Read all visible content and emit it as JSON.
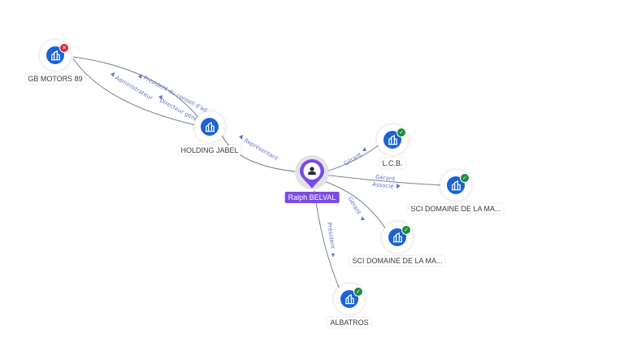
{
  "center": {
    "label": "Ralph BELVAL",
    "icon": "person-icon",
    "color": "#7b4be6"
  },
  "nodes": [
    {
      "id": "gb",
      "label": "GB MOTORS 89",
      "icon": "company-icon",
      "status": "closed",
      "status_icon": "close-icon"
    },
    {
      "id": "hj",
      "label": "HOLDING JABEL",
      "icon": "company-icon",
      "status": "active",
      "status_icon": ""
    },
    {
      "id": "lcb",
      "label": "L.C.B.",
      "icon": "company-icon",
      "status": "active",
      "status_icon": "check-icon"
    },
    {
      "id": "sci1",
      "label": "SCI DOMAINE DE LA MA...",
      "icon": "company-icon",
      "status": "active",
      "status_icon": "check-icon"
    },
    {
      "id": "sci2",
      "label": "SCI DOMAINE DE LA MA...",
      "icon": "company-icon",
      "status": "active",
      "status_icon": "check-icon"
    },
    {
      "id": "alb",
      "label": "ALBATROS",
      "icon": "company-icon",
      "status": "active",
      "status_icon": "check-icon"
    }
  ],
  "edges": [
    {
      "from": "hj",
      "to": "gb",
      "labels": [
        "Président du conseil d'ad...",
        "Directeur général"
      ]
    },
    {
      "from": "hj",
      "to": "gb",
      "labels": [
        "Administrateur"
      ]
    },
    {
      "from": "center",
      "to": "hj",
      "labels": [
        "Représentant"
      ]
    },
    {
      "from": "center",
      "to": "lcb",
      "labels": [
        "Gérant"
      ]
    },
    {
      "from": "center",
      "to": "sci1",
      "labels": [
        "Gérant",
        "Associé"
      ]
    },
    {
      "from": "center",
      "to": "sci2",
      "labels": [
        "Gérant"
      ]
    },
    {
      "from": "center",
      "to": "alb",
      "labels": [
        "Président"
      ]
    }
  ],
  "colors": {
    "company": "#1a63d8",
    "active": "#1d8a3c",
    "closed": "#d9263a",
    "edge_label": "#6673c9"
  }
}
